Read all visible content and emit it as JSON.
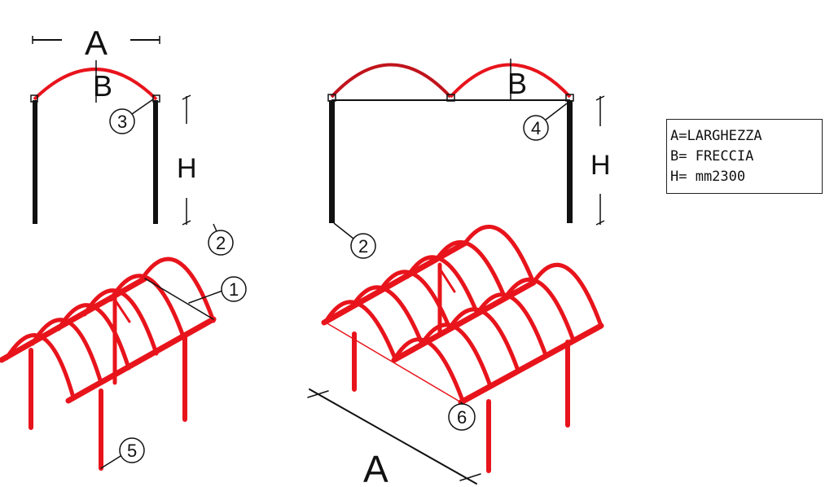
{
  "dimension_labels": {
    "width": "A",
    "rise": "B",
    "height": "H"
  },
  "callouts": [
    "1",
    "2",
    "3",
    "4",
    "5",
    "6"
  ],
  "legend": {
    "line1": "A=LARGHEZZA",
    "line2": "B= FRECCIA",
    "line3": "H= mm2300"
  },
  "colors": {
    "structure": "#e8141c",
    "column": "#111111",
    "line": "#111111"
  }
}
